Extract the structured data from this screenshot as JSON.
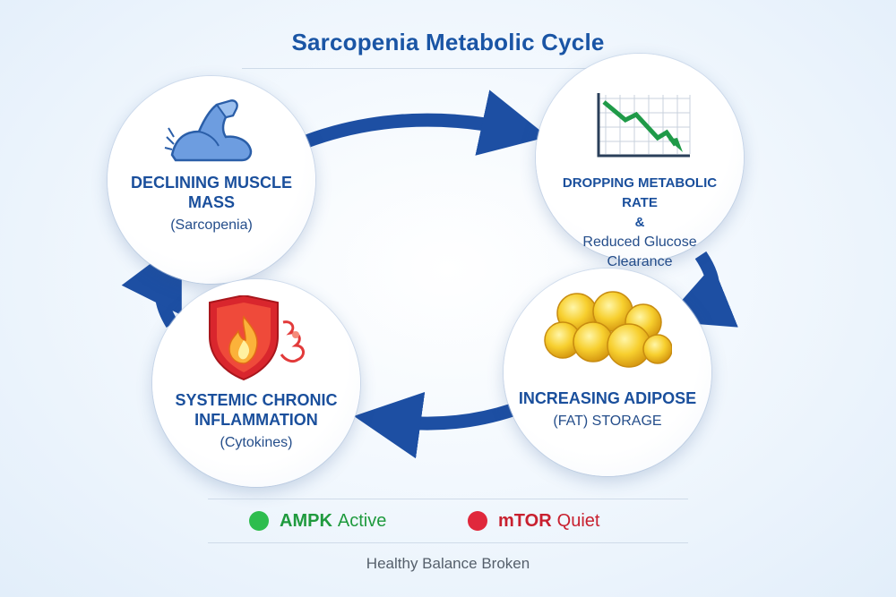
{
  "title": "Sarcopenia Metabolic Cycle",
  "nodes": {
    "muscle": {
      "heading": "DECLINING MUSCLE MASS",
      "sub": "(Sarcopenia)",
      "icon": "flexed-arm-icon"
    },
    "metabolic": {
      "heading": "DROPPING METABOLIC RATE",
      "amp": "&",
      "sub1": "Reduced Glucose",
      "sub2": "Clearance",
      "icon": "declining-chart-icon"
    },
    "adipose": {
      "heading": "INCREASING ADIPOSE",
      "sub": "(FAT) STORAGE",
      "icon": "fat-cells-icon"
    },
    "inflammation": {
      "heading": "SYSTEMIC CHRONIC INFLAMMATION",
      "sub": "(Cytokines)",
      "icon": "flame-shield-icon"
    }
  },
  "legend": {
    "ampk": {
      "name": "AMPK",
      "state": "Active",
      "color": "#2ebd4e"
    },
    "mtor": {
      "name": "mTOR",
      "state": "Quiet",
      "color": "#e0283c"
    }
  },
  "footer": "Healthy Balance Broken",
  "colors": {
    "arrow": "#1d4fa3",
    "title": "#1a55a5"
  }
}
